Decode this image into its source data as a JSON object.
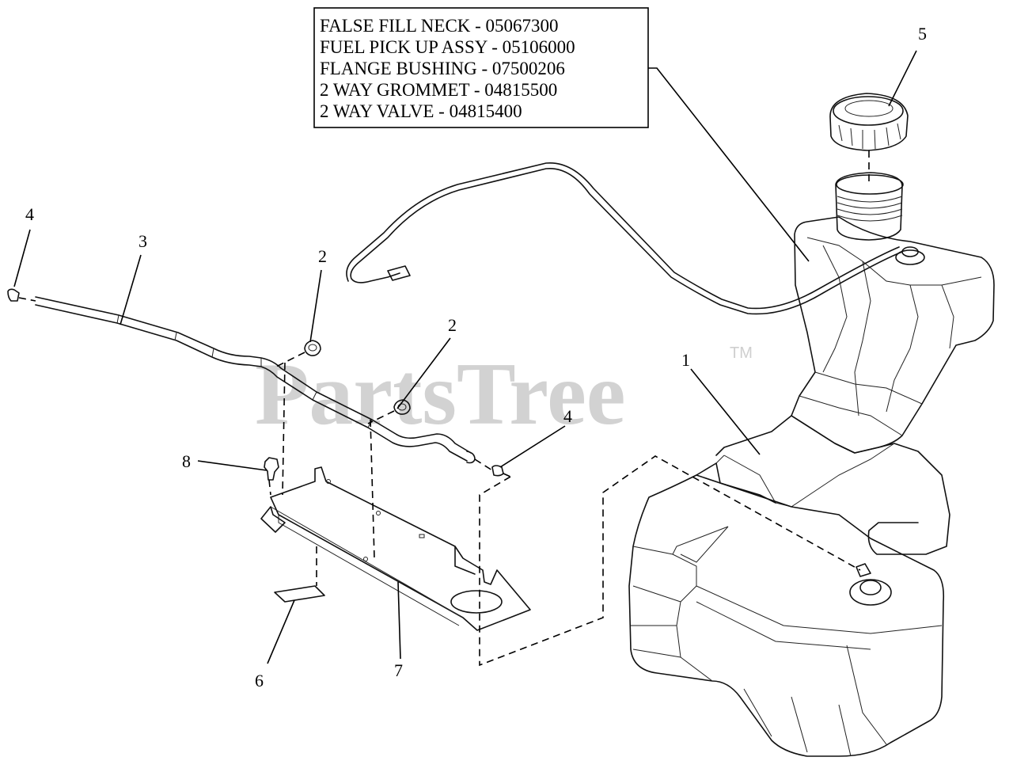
{
  "watermark": {
    "text": "PartsTree",
    "trademark": "TM"
  },
  "note_box": {
    "lines": [
      "FALSE FILL NECK - 05067300",
      "FUEL PICK UP ASSY - 05106000",
      "FLANGE BUSHING - 07500206",
      "2 WAY GROMMET - 04815500",
      "2 WAY VALVE - 04815400"
    ]
  },
  "callouts": {
    "c1": "1",
    "c2a": "2",
    "c2b": "2",
    "c3": "3",
    "c4a": "4",
    "c4b": "4",
    "c5": "5",
    "c6": "6",
    "c7": "7",
    "c8": "8"
  },
  "parts": {
    "p1": "fuel-tank",
    "p2": "grommet",
    "p3": "fuel-line",
    "p4": "hose-clamp",
    "p5": "fuel-cap",
    "p6": "label",
    "p7": "tank-bracket",
    "p8": "fitting"
  }
}
